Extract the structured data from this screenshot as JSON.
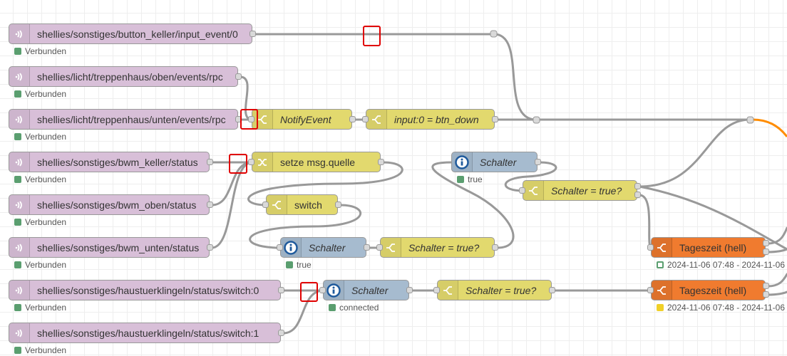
{
  "colors": {
    "mqtt": "#d8bfd8",
    "function": "#e2d96e",
    "info": "#a6bbcf",
    "time": "#f07b2f",
    "wire": "#999999",
    "active_wire": "#ff8c00",
    "highlight": "#e00000",
    "status_green": "#5a9e6f",
    "status_yellow": "#f0d028"
  },
  "nodes": {
    "mqtt_button_keller": {
      "label": "shellies/sonstiges/button_keller/input_event/0",
      "icon": "wifi-icon",
      "status": "Verbunden"
    },
    "mqtt_treppe_oben": {
      "label": "shellies/licht/treppenhaus/oben/events/rpc",
      "icon": "wifi-icon",
      "status": "Verbunden"
    },
    "mqtt_treppe_unten": {
      "label": "shellies/licht/treppenhaus/unten/events/rpc",
      "icon": "wifi-icon",
      "status": "Verbunden"
    },
    "mqtt_bwm_keller": {
      "label": "shellies/sonstiges/bwm_keller/status",
      "icon": "wifi-icon",
      "status": "Verbunden"
    },
    "mqtt_bwm_oben": {
      "label": "shellies/sonstiges/bwm_oben/status",
      "icon": "wifi-icon",
      "status": "Verbunden"
    },
    "mqtt_bwm_unten": {
      "label": "shellies/sonstiges/bwm_unten/status",
      "icon": "wifi-icon",
      "status": "Verbunden"
    },
    "mqtt_klingel_0": {
      "label": "shellies/sonstiges/haustuerklingeln/status/switch:0",
      "icon": "wifi-icon",
      "status": "Verbunden"
    },
    "mqtt_klingel_1": {
      "label": "shellies/sonstiges/haustuerklingeln/status/switch:1",
      "icon": "wifi-icon",
      "status": "Verbunden"
    },
    "notify_event": {
      "label": "NotifyEvent",
      "icon": "switch-icon"
    },
    "input_btn_down": {
      "label": "input:0 = btn_down",
      "icon": "switch-icon"
    },
    "setze_quelle": {
      "label": "setze msg.quelle",
      "icon": "shuffle-icon"
    },
    "switch_node": {
      "label": "switch",
      "icon": "switch-icon"
    },
    "schalter_info_1": {
      "label": "Schalter",
      "icon": "info-icon",
      "status": "true"
    },
    "schalter_true_1": {
      "label": "Schalter = true?",
      "icon": "switch-icon"
    },
    "schalter_info_2": {
      "label": "Schalter",
      "icon": "info-icon",
      "status": "true"
    },
    "schalter_true_2": {
      "label": "Schalter = true?",
      "icon": "switch-icon"
    },
    "schalter_info_3": {
      "label": "Schalter",
      "icon": "info-icon",
      "status": "connected"
    },
    "schalter_true_3": {
      "label": "Schalter = true?",
      "icon": "switch-icon"
    },
    "tageszeit_1": {
      "label": "Tageszeit (hell)",
      "icon": "switch-icon",
      "status": "2024-11-06 07:48 - 2024-11-06"
    },
    "tageszeit_2": {
      "label": "Tageszeit (hell)",
      "icon": "switch-icon",
      "status": "2024-11-06 07:48 - 2024-11-06"
    }
  }
}
